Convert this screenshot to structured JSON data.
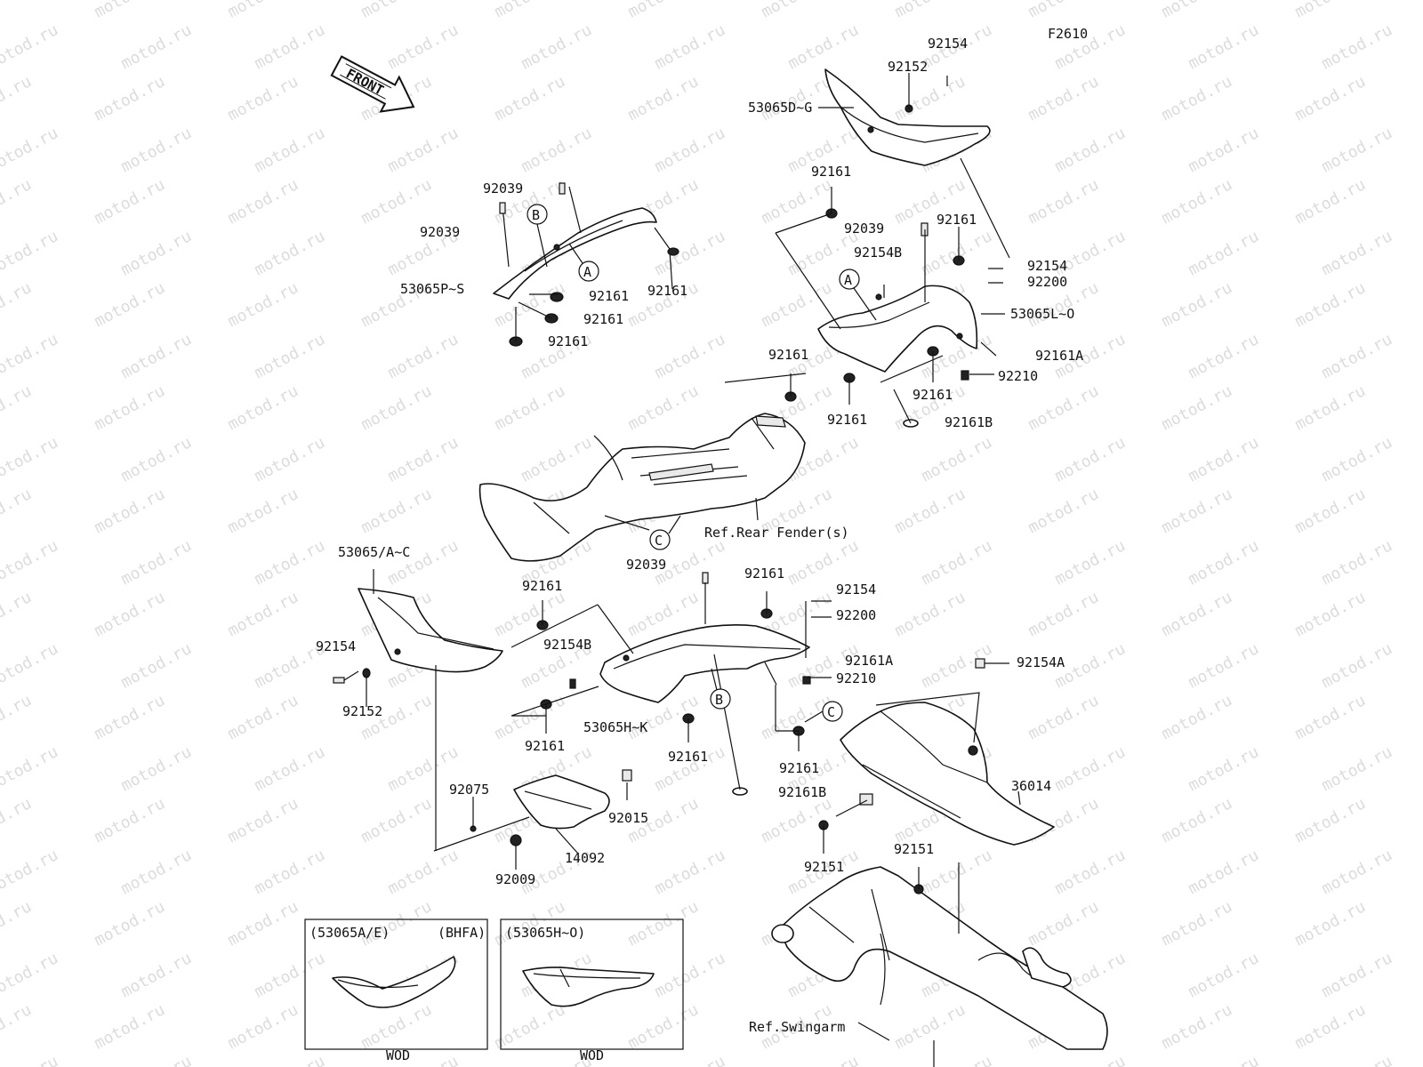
{
  "figure_id": "F2610",
  "front_arrow_label": "FRONT",
  "watermark": "motod.ru",
  "part_labels": {
    "p92154_top": "92154",
    "p92152_top": "92152",
    "p53065DG": "53065D~G",
    "p92161_a": "92161",
    "p92039_a": "92039",
    "p92161_b": "92161",
    "p92154B_a": "92154B",
    "p92154_r": "92154",
    "p92200_r": "92200",
    "p53065LO": "53065L~O",
    "p92161A_r": "92161A",
    "p92210_r": "92210",
    "p92161_c": "92161",
    "p92161_d": "92161",
    "p92161_e": "92161",
    "p92161B_r": "92161B",
    "p92039_b": "92039",
    "p92039_c": "92039",
    "p53065PS": "53065P~S",
    "p92161_f": "92161",
    "p92161_g": "92161",
    "p92161_h": "92161",
    "p92161_i": "92161",
    "ref_rear_fender": "Ref.Rear Fender(s)",
    "p53065AC": "53065/A~C",
    "p92161_j": "92161",
    "p92039_d": "92039",
    "p92161_k": "92161",
    "p92154_m": "92154",
    "p92200_m": "92200",
    "p92154B_b": "92154B",
    "p92161A_m": "92161A",
    "p92210_m": "92210",
    "p92154_l": "92154",
    "p92152_l": "92152",
    "p92161_l": "92161",
    "p53065HK": "53065H~K",
    "p92161_m": "92161",
    "p92161_n": "92161",
    "p92161B_m": "92161B",
    "p92154A": "92154A",
    "p36014": "36014",
    "p92075": "92075",
    "p92015": "92015",
    "p92009": "92009",
    "p14092": "14092",
    "p92151_a": "92151",
    "p92151_b": "92151",
    "ref_swingarm": "Ref.Swingarm"
  },
  "circle_tags": {
    "A": "A",
    "B": "B",
    "C": "C"
  },
  "insets": [
    {
      "title_left": "(53065A/E)",
      "title_right": "(BHFA)",
      "footer": "WOD"
    },
    {
      "title_left": "(53065H~O)",
      "title_right": "",
      "footer": "WOD"
    }
  ]
}
